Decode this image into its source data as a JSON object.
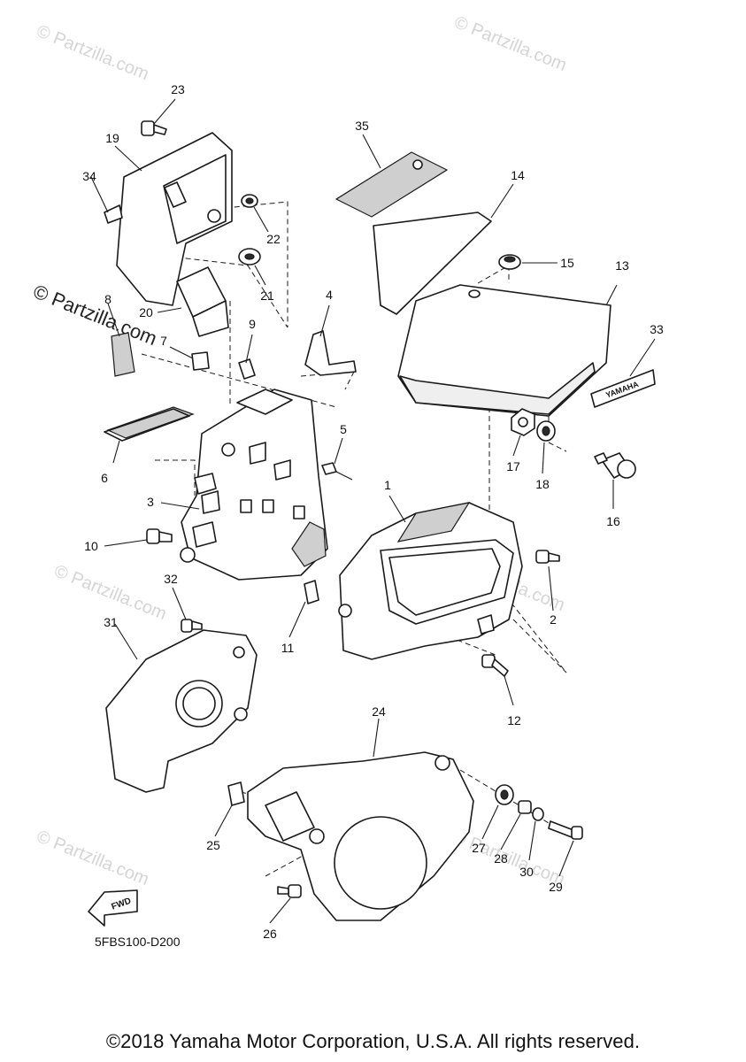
{
  "watermark": {
    "text": "© Partzilla.com"
  },
  "callouts": [
    "1",
    "2",
    "3",
    "4",
    "5",
    "6",
    "7",
    "8",
    "9",
    "10",
    "11",
    "12",
    "13",
    "14",
    "15",
    "16",
    "17",
    "18",
    "19",
    "20",
    "21",
    "22",
    "23",
    "24",
    "25",
    "26",
    "27",
    "28",
    "29",
    "30",
    "31",
    "32",
    "33",
    "34",
    "35"
  ],
  "badges": {
    "brand": "YAMAHA",
    "direction": "FWD"
  },
  "diagram_code": "5FBS100-D200",
  "footer": {
    "copyright": "©2018 Yamaha Motor Corporation, U.S.A. All rights reserved."
  }
}
